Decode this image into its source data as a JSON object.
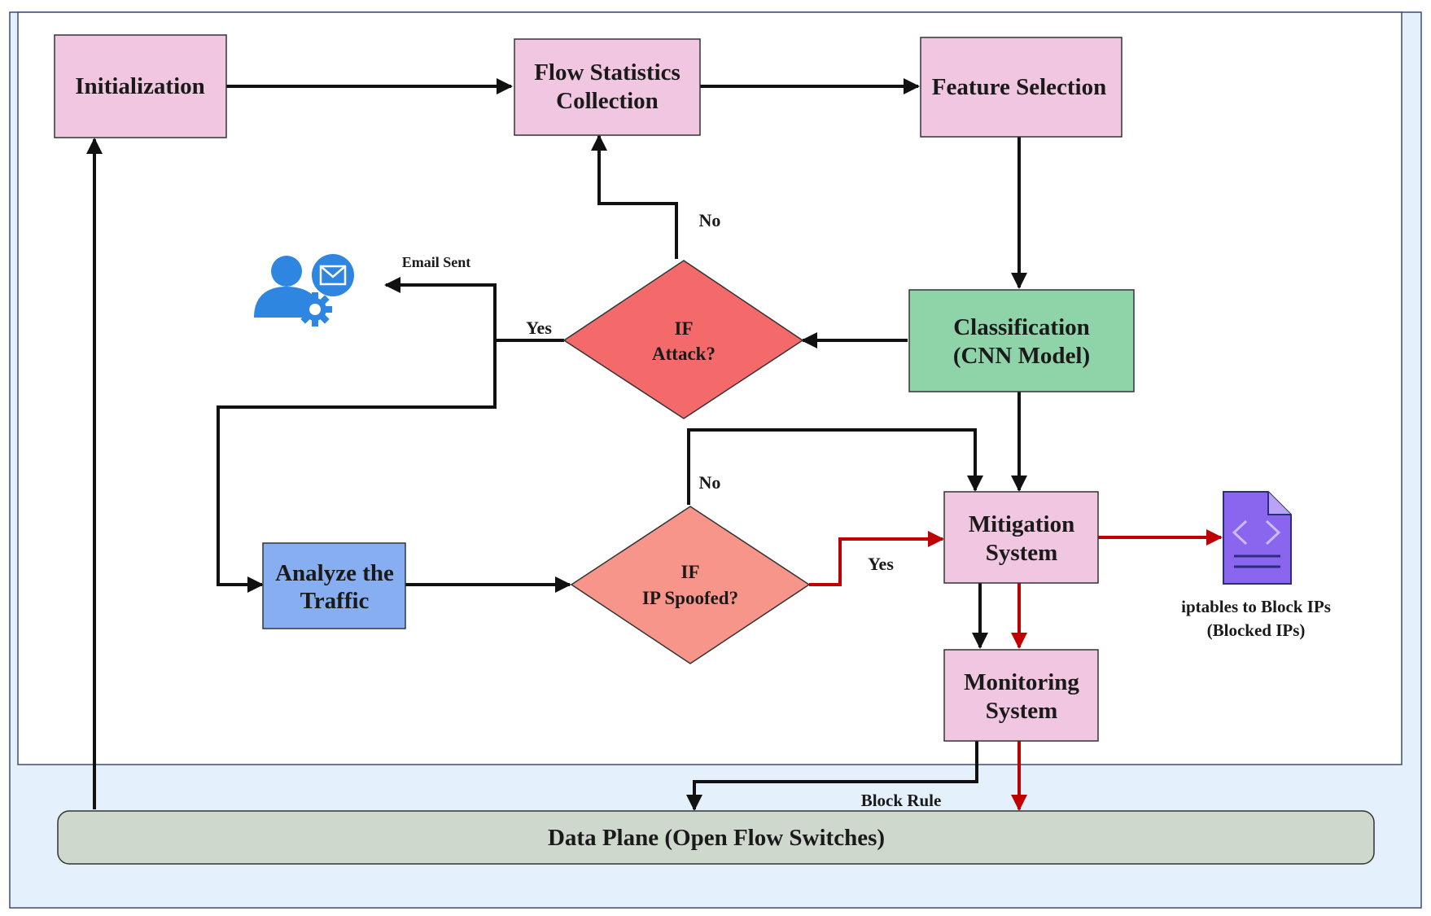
{
  "nodes": {
    "initialization": "Initialization",
    "flow_stats": [
      "Flow Statistics",
      "Collection"
    ],
    "feature_selection": "Feature Selection",
    "classification": [
      "Classification",
      "(CNN Model)"
    ],
    "if_attack": [
      "IF",
      "Attack?"
    ],
    "analyze": [
      "Analyze the",
      "Traffic"
    ],
    "if_spoofed": [
      "IF",
      "IP Spoofed?"
    ],
    "mitigation": [
      "Mitigation",
      "System"
    ],
    "monitoring": [
      "Monitoring",
      "System"
    ],
    "data_plane": "Data Plane (Open Flow Switches)"
  },
  "edge_labels": {
    "attack_no": "No",
    "attack_yes": "Yes",
    "email_sent": "Email Sent",
    "spoofed_no": "No",
    "spoofed_yes": "Yes",
    "block_rule": "Block Rule"
  },
  "iptables": [
    "iptables to Block IPs",
    "(Blocked IPs)"
  ],
  "icons": {
    "admin": "user-gear-email-icon",
    "code_file": "code-file-icon"
  },
  "colors": {
    "pink_node": "#f0c6e0",
    "green_node": "#8fd4a8",
    "blue_node": "#86aef0",
    "attack_diamond": "#f46a6a",
    "spoof_diamond": "#f7958a",
    "data_plane": "#cfd8cc",
    "control_bg": "#e4f0fb",
    "red_arrow": "#c00000"
  }
}
